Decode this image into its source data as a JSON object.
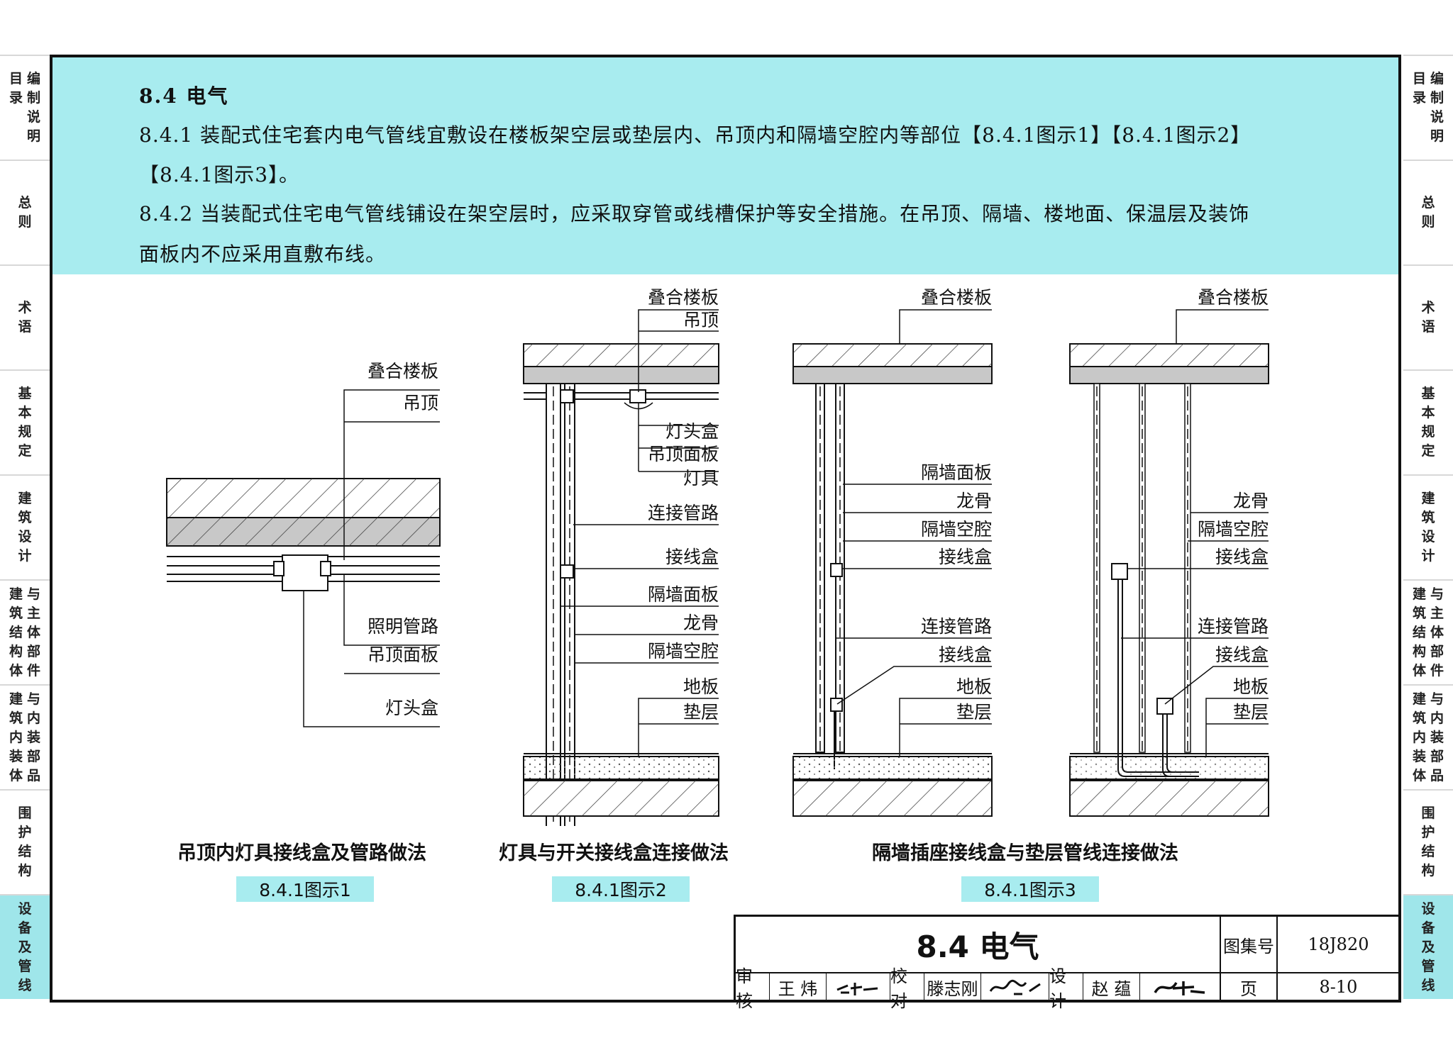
{
  "side_tabs": [
    {
      "cols": [
        "编制说明",
        "目录"
      ],
      "active": false
    },
    {
      "cols": [
        "总则"
      ],
      "active": false
    },
    {
      "cols": [
        "术语"
      ],
      "active": false
    },
    {
      "cols": [
        "基本规定"
      ],
      "active": false
    },
    {
      "cols": [
        "建筑设计"
      ],
      "active": false
    },
    {
      "cols": [
        "与主体部件",
        "建筑结构体"
      ],
      "active": false
    },
    {
      "cols": [
        "与内装部品",
        "建筑内装体"
      ],
      "active": false
    },
    {
      "cols": [
        "围护结构"
      ],
      "active": false
    },
    {
      "cols": [
        "设备及管线"
      ],
      "active": true
    }
  ],
  "section": {
    "title": "8.4  电气",
    "p1_line1": "8.4.1 装配式住宅套内电气管线宜敷设在楼板架空层或垫层内、吊顶内和隔墙空腔内等部位【8.4.1图示1】【8.4.1图示2】",
    "p1_line2": "【8.4.1图示3】。",
    "p2_line1": "8.4.2 当装配式住宅电气管线铺设在架空层时，应采取穿管或线槽保护等安全措施。在吊顶、隔墙、楼地面、保温层及装饰",
    "p2_line2": "面板内不应采用直敷布线。"
  },
  "figure1": {
    "labels": [
      "叠合楼板",
      "吊顶",
      "照明管路",
      "吊顶面板",
      "灯头盒"
    ],
    "caption": "吊顶内灯具接线盒及管路做法",
    "tag": "8.4.1图示1"
  },
  "figure2": {
    "labels": [
      "叠合楼板",
      "吊顶",
      "灯头盒",
      "吊顶面板",
      "灯具",
      "连接管路",
      "接线盒",
      "隔墙面板",
      "龙骨",
      "隔墙空腔",
      "地板",
      "垫层"
    ],
    "caption": "灯具与开关接线盒连接做法",
    "tag": "8.4.1图示2"
  },
  "figure3a": {
    "labels": [
      "叠合楼板",
      "隔墙面板",
      "龙骨",
      "隔墙空腔",
      "接线盒",
      "连接管路",
      "接线盒",
      "地板",
      "垫层"
    ]
  },
  "figure3b": {
    "labels": [
      "叠合楼板",
      "龙骨",
      "隔墙空腔",
      "接线盒",
      "连接管路",
      "接线盒",
      "地板",
      "垫层"
    ]
  },
  "figure3": {
    "caption": "隔墙插座接线盒与垫层管线连接做法",
    "tag": "8.4.1图示3"
  },
  "titleblock": {
    "title": "8.4 电气",
    "atlas_label": "图集号",
    "atlas_no": "18J820",
    "review_label": "审核",
    "reviewer": "王 炜",
    "check_label": "校对",
    "checker": "滕志刚",
    "design_label": "设计",
    "designer": "赵 蕴",
    "page_label": "页",
    "page_no": "8-10"
  },
  "colors": {
    "header_bg": "#a8ecef",
    "active_tab": "#9fe6ea"
  }
}
